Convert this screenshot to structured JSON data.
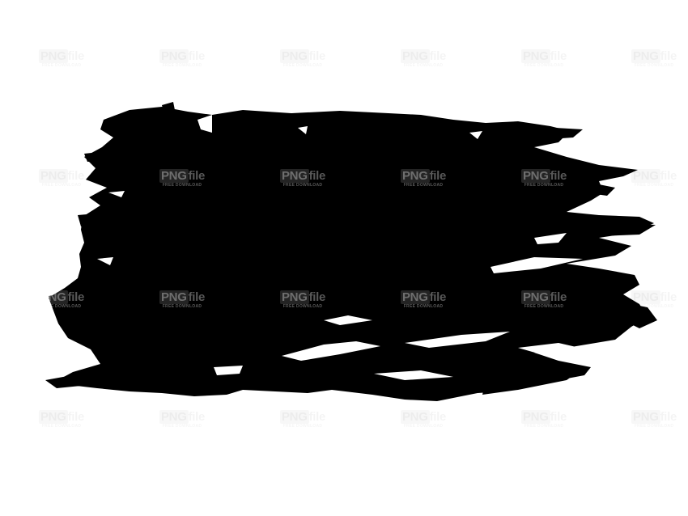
{
  "image": {
    "subject": "black-brush-stroke",
    "background_color": "#ffffff",
    "stroke_color": "#000000"
  },
  "watermark": {
    "main_text": "PNG file",
    "pn_text": "PNG",
    "file_text": "file",
    "sub_text": "FREE DOWNLOAD"
  }
}
